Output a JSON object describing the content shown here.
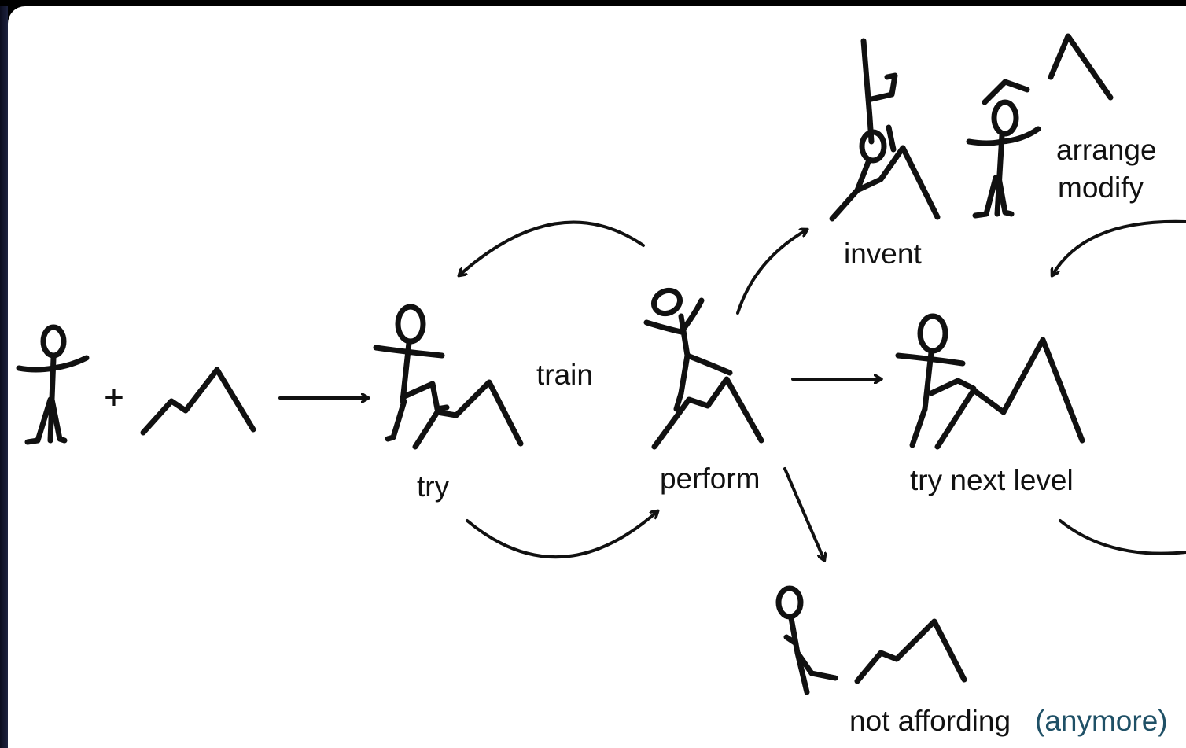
{
  "labels": {
    "try": "try",
    "train": "train",
    "perform": "perform",
    "invent": "invent",
    "arrange": "arrange",
    "modify": "modify",
    "try_next_level": "try next level",
    "not_affording": "not affording",
    "anymore": "(anymore)",
    "plus": "+"
  },
  "colors": {
    "background": "#ffffff",
    "ink": "#111111",
    "muted_label": "#1f5066"
  }
}
